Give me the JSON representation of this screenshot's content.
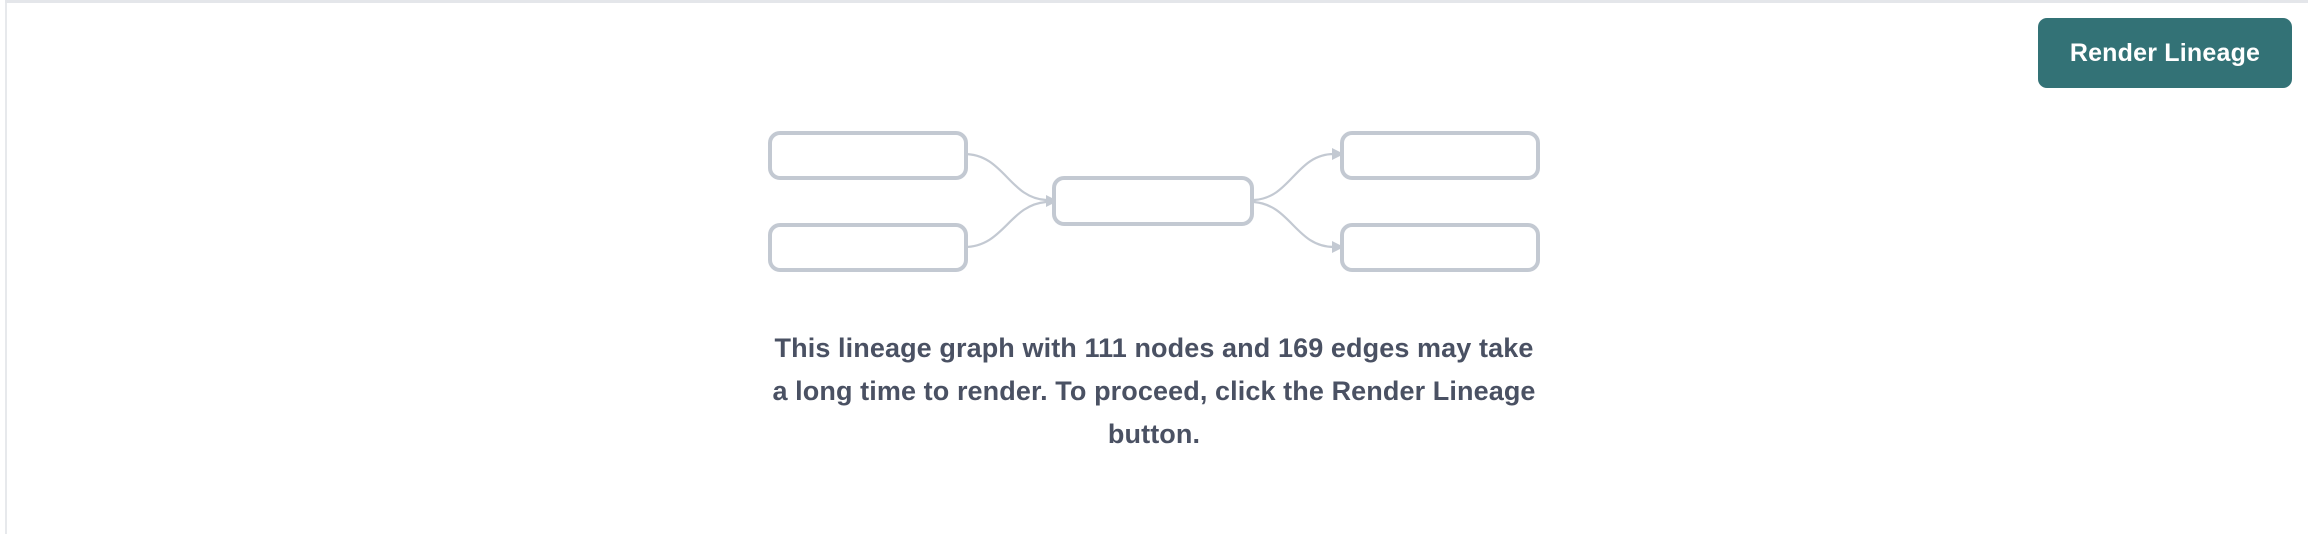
{
  "panel": {
    "background_color": "#ffffff",
    "border_color": "#e4e6ea"
  },
  "toolbar": {
    "render_button_label": "Render Lineage",
    "render_button_color": "#337276",
    "render_button_text_color": "#ffffff"
  },
  "empty_state": {
    "message": "This lineage graph with 111 nodes and 169 edges may take a long time to render. To proceed, click the Render Lineage button.",
    "message_color": "#4a5163",
    "node_count": "111",
    "edge_count": "169",
    "illustration": {
      "node_stroke_color": "#c3c9d2",
      "edge_stroke_color": "#c3c9d2",
      "node_count": "5",
      "edge_count": "4",
      "nodes": [
        {
          "id": "source-top",
          "label": ""
        },
        {
          "id": "source-bottom",
          "label": ""
        },
        {
          "id": "transform-center",
          "label": ""
        },
        {
          "id": "target-top",
          "label": ""
        },
        {
          "id": "target-bottom",
          "label": ""
        }
      ],
      "edges": [
        {
          "from": "source-top",
          "to": "transform-center"
        },
        {
          "from": "source-bottom",
          "to": "transform-center"
        },
        {
          "from": "transform-center",
          "to": "target-top"
        },
        {
          "from": "transform-center",
          "to": "target-bottom"
        }
      ]
    }
  }
}
